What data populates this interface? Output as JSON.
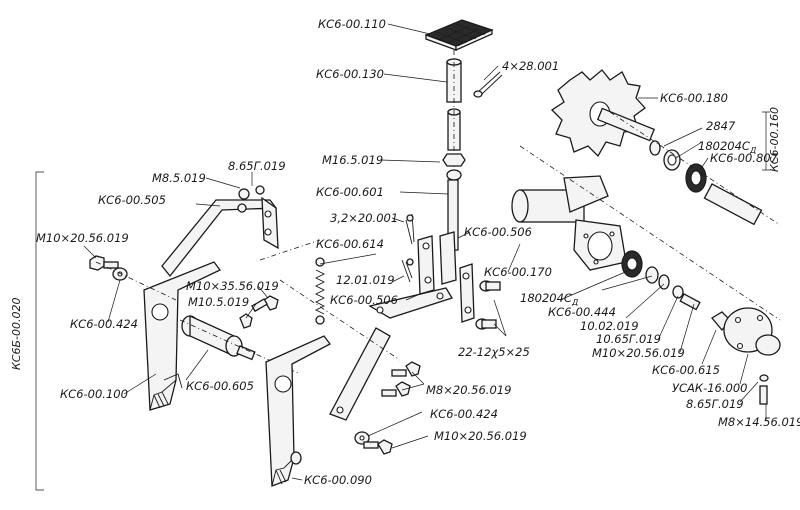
{
  "labels": {
    "ksb_00_110": "КС6-00.110",
    "ksb_00_130": "КС6-00.130",
    "pin_4x28": "4×28.001",
    "ksb_00_180": "КС6-00.180",
    "ksb_00_160": "КС6-00.160",
    "part_2847": "2847",
    "bearing_180204": "180204С",
    "bearing_sub": "Д",
    "ksb_00_807": "КС6-00.807",
    "m16_5_019": "М16.5.019",
    "ksb_00_601": "КС6-00.601",
    "pin_3_2x20": "3,2×20.001",
    "ksb_00_506_top": "КС6-00.506",
    "ksb_00_614": "КС6-00.614",
    "n_12_01_019": "12.01.019",
    "ksb_00_506_mid": "КС6-00.506",
    "ksb_00_170": "КС6-00.170",
    "bearing_180204_b": "180204С",
    "bearing_b_sub": "Д",
    "m8_5_019": "М8.5.019",
    "n_8_65g_019_top": "8.65Г.019",
    "ksb_00_505": "КС6-00.505",
    "m10x20_left": "М10×20.56.019",
    "ksb_00_424_left": "КС6-00.424",
    "m10x35": "М10×35.56.019",
    "m10_5_019": "М10.5.019",
    "ksb_00_100": "КС6-00.100",
    "ksb_00_605": "КС6-00.605",
    "ksb_00_020": "КС6Б-00.020",
    "n_22_12x5x25": "22-12χ5×25",
    "ksb_00_444": "КС6-00.444",
    "n_10_02_019": "10.02.019",
    "n_10_65g_019": "10.65Г.019",
    "m10x20_right": "М10×20.56.019",
    "ksb_00_615": "КС6-00.615",
    "usak_16": "УСАК-16.000",
    "n_8_65g_019_bot": "8.65Г.019",
    "m8x14": "М8×14.56.019",
    "m8x20": "М8×20.56.019",
    "ksb_00_424_bot": "КС6-00.424",
    "m10x20_bot": "М10×20.56.019",
    "ksb_00_090": "КС6-00.090"
  }
}
